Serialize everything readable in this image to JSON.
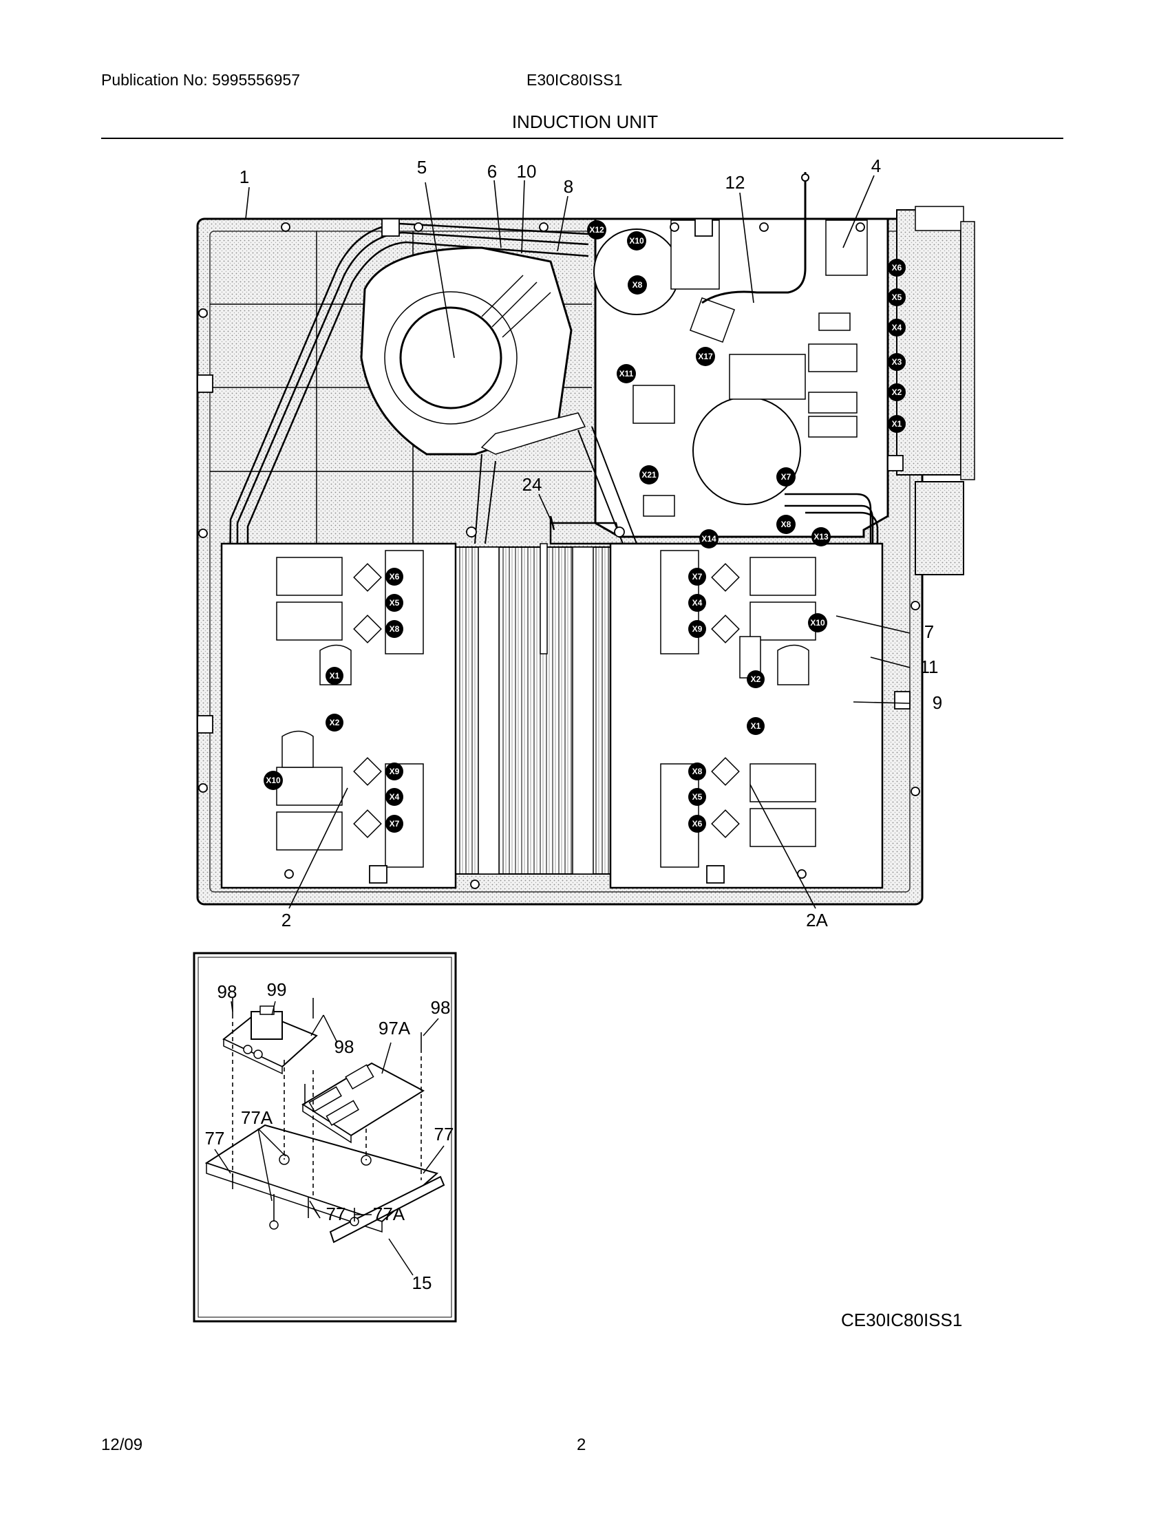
{
  "header": {
    "publication": "Publication No: 5995556957",
    "model": "E30IC80ISS1",
    "title": "INDUCTION UNIT"
  },
  "footer": {
    "date": "12/09",
    "page": "2",
    "diagram_code": "CE30IC80ISS1"
  },
  "main_callouts": {
    "c1": "1",
    "c5": "5",
    "c6": "6",
    "c10": "10",
    "c8": "8",
    "c12": "12",
    "c4": "4",
    "c24": "24",
    "c7": "7",
    "c11": "11",
    "c9": "9",
    "c2": "2",
    "c2a": "2A"
  },
  "inset_callouts": {
    "c98a": "98",
    "c99": "99",
    "c98b": "98",
    "c97a": "97A",
    "c98c": "98",
    "c77a": "77",
    "c77Aa": "77A",
    "c77b": "77",
    "c77c": "77",
    "c77Ab": "77A",
    "c15": "15"
  },
  "connectors": {
    "x12": "X12",
    "x10a": "X10",
    "x8a": "X8",
    "x11": "X11",
    "x17": "X17",
    "x21": "X21",
    "x6a": "X6",
    "x5a": "X5",
    "x4a": "X4",
    "x3a": "X3",
    "x2a": "X2",
    "x1a": "X1",
    "x7a": "X7",
    "x8b": "X8",
    "x14": "X14",
    "x13": "X13",
    "lx6": "X6",
    "lx5": "X5",
    "lx8": "X8",
    "lx1": "X1",
    "lx2": "X2",
    "lx10": "X10",
    "lx9": "X9",
    "lx4": "X4",
    "lx7": "X7",
    "rx7": "X7",
    "rx4": "X4",
    "rx9": "X9",
    "rx10": "X10",
    "rx2": "X2",
    "rx1": "X1",
    "rx8": "X8",
    "rx5": "X5",
    "rx6": "X6"
  }
}
